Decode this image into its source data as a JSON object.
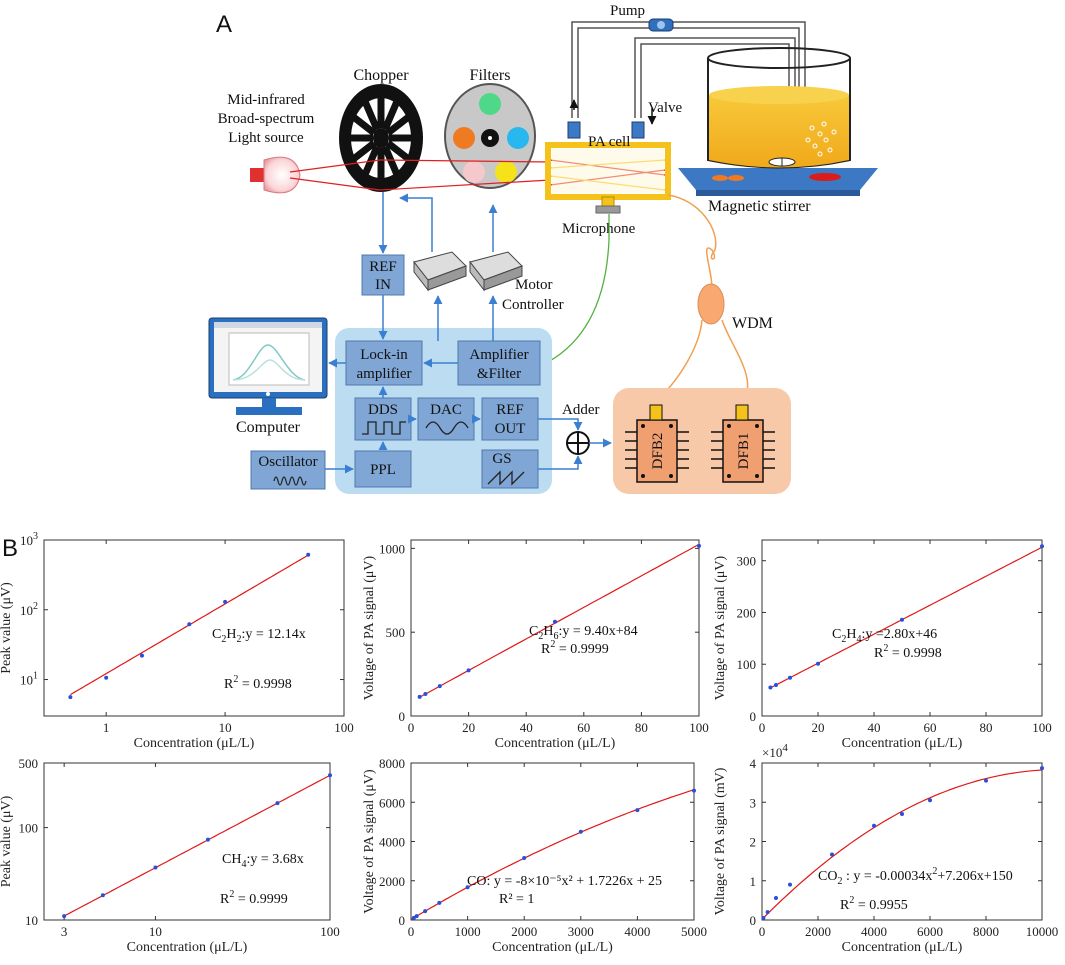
{
  "panel_a": {
    "letter": "A",
    "labels": {
      "pump": "Pump",
      "chopper": "Chopper",
      "filters": "Filters",
      "light_source": [
        "Mid-infrared",
        "Broad-spectrum",
        "Light source"
      ],
      "pa_cell": "PA cell",
      "valve": "Valve",
      "magnetic_stirrer": "Magnetic stirrer",
      "microphone": "Microphone",
      "ref_in": [
        "REF",
        "IN"
      ],
      "motor_controller": [
        "Motor",
        "Controller"
      ],
      "wdm": "WDM",
      "computer": "Computer",
      "lockin": [
        "Lock-in",
        "amplifier"
      ],
      "amp_filter": [
        "Amplifier",
        "&Filter"
      ],
      "dds": "DDS",
      "dac": "DAC",
      "ref_out": [
        "REF",
        "OUT"
      ],
      "adder": "Adder",
      "oscillator": "Oscillator",
      "ppl": "PPL",
      "gs": "GS",
      "dfb2": "DFB2",
      "dfb1": "DFB1"
    },
    "colors": {
      "block": "#7fa6d4",
      "system_bg": "#bcdcf2",
      "laser_bg": "#f8c9a8",
      "laser_chip": "#f0a070",
      "liquid": "#f5b81c",
      "stirrer": "#3d78c4",
      "beam": "#e02020",
      "fiber": "#f0a050",
      "wire": "#3a7fd0",
      "mic_wire": "#55b040"
    }
  },
  "panel_b": {
    "letter": "B"
  },
  "chart_data": [
    {
      "type": "scatter",
      "xlabel": "Concentration (μL/L)",
      "ylabel": "Peak value (μV)",
      "xscale": "log",
      "yscale": "log",
      "xlim": [
        0.3,
        100
      ],
      "ylim": [
        3,
        1000
      ],
      "xticks": [
        1,
        10,
        100
      ],
      "xtick_labels": [
        "1",
        "10",
        "100"
      ],
      "yticks": [
        10,
        100,
        1000
      ],
      "ytick_labels": [
        "10^1",
        "10^2",
        "10^3"
      ],
      "points": {
        "x": [
          0.5,
          1,
          2,
          5,
          10,
          50
        ],
        "y": [
          5.6,
          10.6,
          22,
          62,
          130,
          615
        ]
      },
      "fit": {
        "formula": "12.14x",
        "x": [
          0.5,
          50
        ]
      },
      "equation": {
        "pre": "C",
        "sub1": "2",
        "mid": "H",
        "sub2": "2",
        "post": ":y = 12.14x"
      },
      "r2": "0.9998"
    },
    {
      "type": "scatter",
      "xlabel": "Concentration (μL/L)",
      "ylabel": "Voltage of PA signal (μV)",
      "xscale": "linear",
      "yscale": "linear",
      "xlim": [
        0,
        100
      ],
      "ylim": [
        0,
        1050
      ],
      "xticks": [
        0,
        20,
        40,
        60,
        80,
        100
      ],
      "xtick_labels": [
        "0",
        "20",
        "40",
        "60",
        "80",
        "100"
      ],
      "yticks": [
        0,
        500,
        1000
      ],
      "ytick_labels": [
        "0",
        "500",
        "1000"
      ],
      "points": {
        "x": [
          3,
          5,
          10,
          20,
          50,
          100
        ],
        "y": [
          114,
          131,
          178,
          272,
          562,
          1015
        ]
      },
      "fit": {
        "formula": "9.40x+84",
        "x": [
          3,
          100
        ]
      },
      "equation": {
        "pre": "C",
        "sub1": "2",
        "mid": "H",
        "sub2": "6",
        "post": ":y = 9.40x+84"
      },
      "r2": "0.9999"
    },
    {
      "type": "scatter",
      "xlabel": "Concentration (μL/L)",
      "ylabel": "Voltage of PA signal (μV)",
      "xscale": "linear",
      "yscale": "linear",
      "xlim": [
        0,
        100
      ],
      "ylim": [
        0,
        340
      ],
      "xticks": [
        0,
        20,
        40,
        60,
        80,
        100
      ],
      "xtick_labels": [
        "0",
        "20",
        "40",
        "60",
        "80",
        "100"
      ],
      "yticks": [
        0,
        100,
        200,
        300
      ],
      "ytick_labels": [
        "0",
        "100",
        "200",
        "300"
      ],
      "points": {
        "x": [
          3,
          5,
          10,
          20,
          50,
          100
        ],
        "y": [
          55,
          60,
          74,
          101,
          186,
          328
        ]
      },
      "fit": {
        "formula": "2.80x+46",
        "x": [
          3,
          100
        ]
      },
      "equation": {
        "pre": "C",
        "sub1": "2",
        "mid": "H",
        "sub2": "4",
        "post": ":y =2.80x+46"
      },
      "r2": "0.9998"
    },
    {
      "type": "scatter",
      "xlabel": "Concentration (μL/L)",
      "ylabel": "Peak value (μV)",
      "xscale": "log",
      "yscale": "log",
      "xlim": [
        2.3,
        100
      ],
      "ylim": [
        10,
        500
      ],
      "xticks": [
        3,
        10,
        100
      ],
      "xtick_labels": [
        "3",
        "10",
        "100"
      ],
      "yticks": [
        10,
        100,
        500
      ],
      "ytick_labels": [
        "10",
        "100",
        "500"
      ],
      "points": {
        "x": [
          3,
          5,
          10,
          20,
          50,
          100
        ],
        "y": [
          11,
          18.5,
          37,
          74,
          184,
          368
        ]
      },
      "fit": {
        "formula": "3.68x",
        "x": [
          3,
          100
        ]
      },
      "equation": {
        "pre": "CH",
        "sub1": "4",
        "mid": "",
        "sub2": "",
        "post": ":y = 3.68x"
      },
      "r2": "0.9999"
    },
    {
      "type": "scatter",
      "xlabel": "Concentration (μL/L)",
      "ylabel": "Voltage of PA signal (μV)",
      "xscale": "linear",
      "yscale": "linear",
      "xlim": [
        0,
        5000
      ],
      "ylim": [
        0,
        8000
      ],
      "xticks": [
        0,
        1000,
        2000,
        3000,
        4000,
        5000
      ],
      "xtick_labels": [
        "0",
        "1000",
        "2000",
        "3000",
        "4000",
        "5000"
      ],
      "yticks": [
        0,
        2000,
        4000,
        6000,
        8000
      ],
      "ytick_labels": [
        "0",
        "2000",
        "4000",
        "6000",
        "8000"
      ],
      "points": {
        "x": [
          50,
          100,
          250,
          500,
          1000,
          2000,
          3000,
          4000,
          5000
        ],
        "y": [
          110,
          200,
          450,
          870,
          1670,
          3160,
          4500,
          5600,
          6590
        ]
      },
      "fit": {
        "formula": "-8e-5x^2+1.7226x+25",
        "x": [
          0,
          5000
        ]
      },
      "equation_text": "CO: y = -8×10⁻⁵x² + 1.7226x + 25",
      "r2_text": "R² = 1"
    },
    {
      "type": "scatter",
      "xlabel": "Concentration (μL/L)",
      "ylabel": "Voltage of PA signal (mV)",
      "xscale": "linear",
      "yscale": "linear",
      "xlim": [
        0,
        10000
      ],
      "ylim": [
        0,
        40000
      ],
      "xticks": [
        0,
        2000,
        4000,
        6000,
        8000,
        10000
      ],
      "xtick_labels": [
        "0",
        "2000",
        "4000",
        "6000",
        "8000",
        "10000"
      ],
      "yticks": [
        0,
        10000,
        20000,
        30000,
        40000
      ],
      "ytick_labels": [
        "0",
        "1",
        "2",
        "3",
        "4"
      ],
      "exponent_label": "×10",
      "exponent": "4",
      "points": {
        "x": [
          50,
          200,
          500,
          1000,
          2500,
          4000,
          5000,
          6000,
          8000,
          10000
        ],
        "y": [
          500,
          2000,
          5600,
          9000,
          16700,
          24000,
          27000,
          30500,
          35500,
          38700
        ]
      },
      "fit": {
        "formula": "-0.00034x^2+7.206x+150",
        "x": [
          0,
          10000
        ]
      },
      "equation": {
        "pre": "CO",
        "sub1": "2",
        "mid": "",
        "sub2": "",
        "post": " : y = -0.00034x",
        "sup": "2",
        "tail": "+7.206x+150"
      },
      "r2": "0.9955"
    }
  ]
}
